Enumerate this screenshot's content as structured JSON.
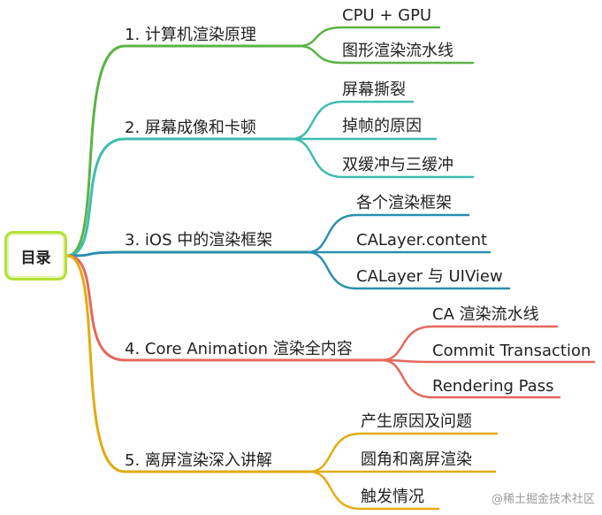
{
  "root": {
    "label": "目录"
  },
  "branches": [
    {
      "label": "1. 计算机渲染原理",
      "color": "#5bb345",
      "children": [
        "CPU + GPU",
        "图形渲染流水线"
      ]
    },
    {
      "label": "2. 屏幕成像和卡顿",
      "color": "#3ebdaf",
      "children": [
        "屏幕撕裂",
        "掉帧的原因",
        "双缓冲与三缓冲"
      ]
    },
    {
      "label": "3. iOS 中的渲染框架",
      "color": "#2b8fad",
      "children": [
        "各个渲染框架",
        "CALayer.content",
        "CALayer 与 UIView"
      ]
    },
    {
      "label": "4. Core Animation 渲染全内容",
      "color": "#e4685d",
      "children": [
        "CA 渲染流水线",
        "Commit Transaction",
        "Rendering Pass"
      ]
    },
    {
      "label": "5. 离屏渲染深入讲解",
      "color": "#e3ab12",
      "children": [
        "产生原因及问题",
        "圆角和离屏渲染",
        "触发情况"
      ]
    }
  ],
  "watermark": "@稀土掘金技术社区"
}
